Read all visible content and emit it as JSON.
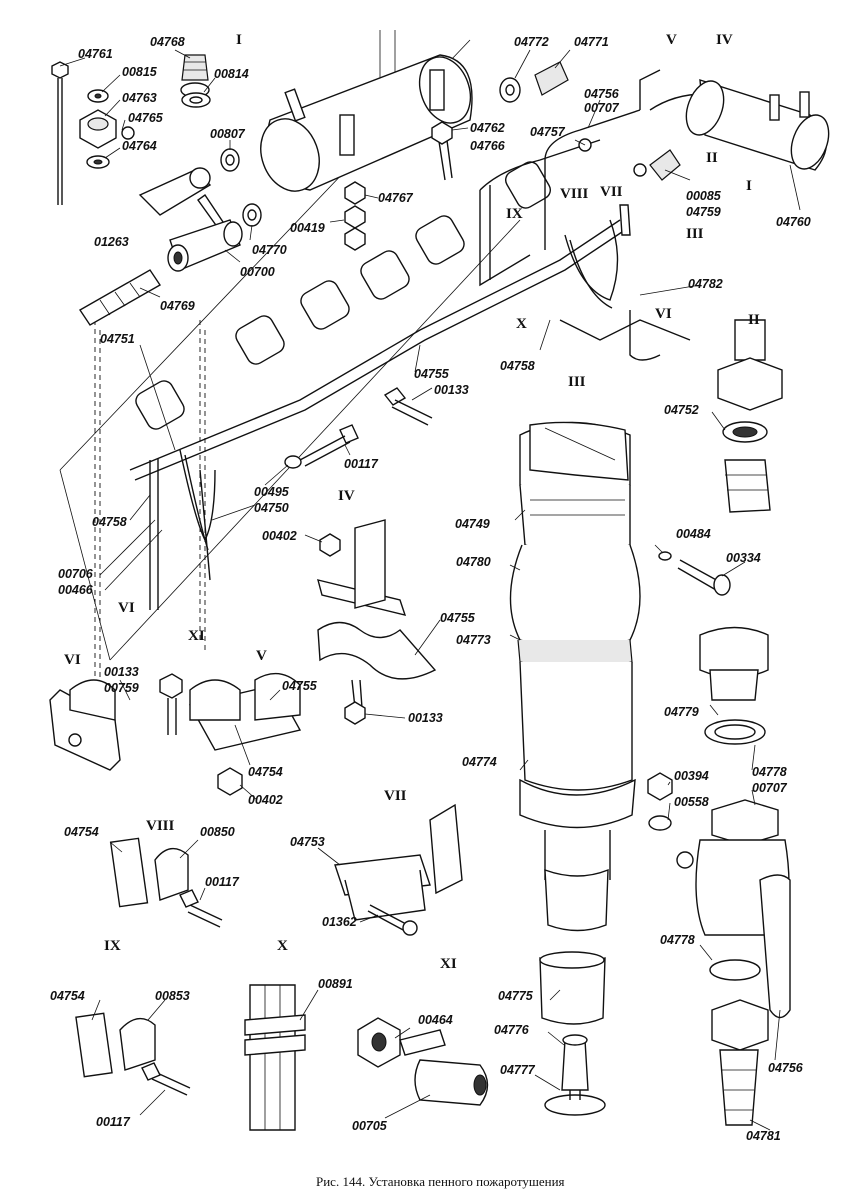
{
  "caption": "Рис. 144. Установка пенного пожаротушения",
  "roman": {
    "I_top": "I",
    "I_right": "I",
    "II_right": "II",
    "II_detail": "II",
    "III_mid": "III",
    "III_detail": "III",
    "IV_top": "IV",
    "IV_detail": "IV",
    "V_top": "V",
    "V_detail": "V",
    "VI_left": "VI",
    "VI_right": "VI",
    "VI_detail": "VI",
    "VII_top": "VII",
    "VII_detail": "VII",
    "VIII_top": "VIII",
    "VIII_detail": "VIII",
    "IX_mid": "IX",
    "IX_detail": "IX",
    "X_mid": "X",
    "X_detail": "X",
    "XI_left": "XI",
    "XI_detail": "XI"
  },
  "labels": {
    "l04761": "04761",
    "l04768": "04768",
    "l00815": "00815",
    "l00814": "00814",
    "l04763": "04763",
    "l04765": "04765",
    "l04764": "04764",
    "l00807": "00807",
    "l04762": "04762",
    "l04766": "04766",
    "l04767": "04767",
    "l01263": "01263",
    "l00419": "00419",
    "l04770": "04770",
    "l00700": "00700",
    "l04769": "04769",
    "l04772": "04772",
    "l04771": "04771",
    "l04756a": "04756",
    "l00707a": "00707",
    "l04757": "04757",
    "l00085": "00085",
    "l04759": "04759",
    "l04760": "04760",
    "l04782": "04782",
    "l04758a": "04758",
    "l04751": "04751",
    "l04755a": "04755",
    "l00133a": "00133",
    "l00117a": "00117",
    "l00495": "00495",
    "l04750": "04750",
    "l04758b": "04758",
    "l00706": "00706",
    "l00466": "00466",
    "l04752": "04752",
    "l04749": "04749",
    "l00484": "00484",
    "l00334": "00334",
    "l04780": "04780",
    "l04773": "04773",
    "l00402a": "00402",
    "l04755b": "04755",
    "l00133b": "00133",
    "l00133c": "00133",
    "l00759": "00759",
    "l04755c": "04755",
    "l04754a": "04754",
    "l00402b": "00402",
    "l04779": "04779",
    "l04778a": "04778",
    "l00707b": "00707",
    "l00394": "00394",
    "l00558": "00558",
    "l04774": "04774",
    "l04754b": "04754",
    "l00850": "00850",
    "l00117b": "00117",
    "l04753": "04753",
    "l01362": "01362",
    "l04778b": "04778",
    "l04754c": "04754",
    "l00853": "00853",
    "l00891": "00891",
    "l00464": "00464",
    "l04775": "04775",
    "l04776": "04776",
    "l04777": "04777",
    "l04756b": "04756",
    "l00117c": "00117",
    "l00705": "00705",
    "l04781": "04781"
  }
}
